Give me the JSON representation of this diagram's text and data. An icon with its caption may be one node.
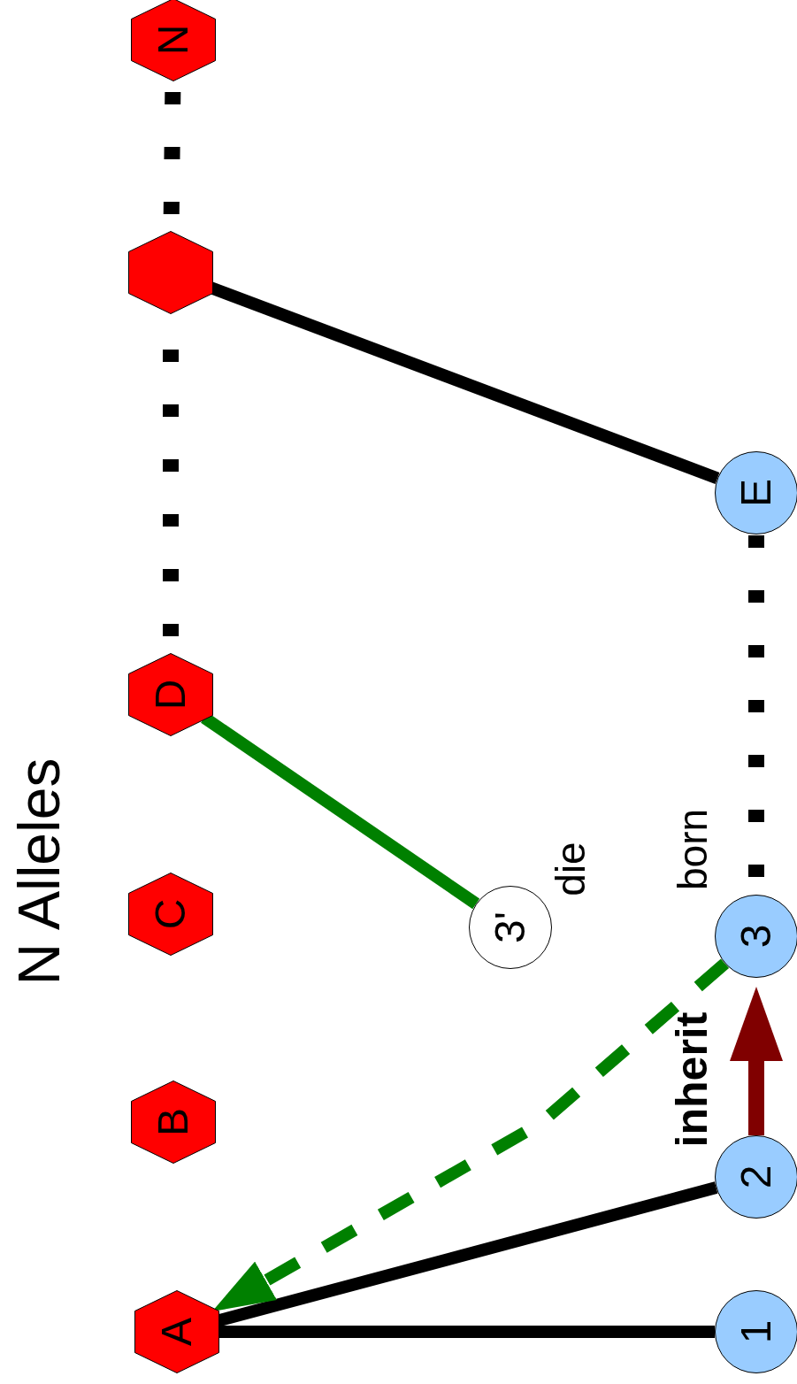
{
  "diagram": {
    "title": "N Alleles",
    "nodes": [
      {
        "text": [
          "A"
        ]
      },
      {
        "text": [
          "B"
        ]
      },
      {
        "text": [
          "C"
        ]
      },
      {
        "text": [
          "D"
        ]
      },
      {
        "text": [],
        "shape": "hexagon"
      },
      {
        "text": [
          "N"
        ]
      },
      {
        "text": [
          "1"
        ]
      },
      {
        "text": [
          "2"
        ]
      },
      {
        "text": [
          "3'"
        ],
        "beside": [
          "die"
        ]
      },
      {
        "text": [
          "3"
        ],
        "beside": [
          "born"
        ]
      },
      {
        "text": [
          "E"
        ]
      }
    ],
    "edges": [
      {
        "from": 0,
        "to": 6,
        "arrow": "none"
      },
      {
        "from": 0,
        "to": 7,
        "arrow": "none"
      },
      {
        "from": 9,
        "to": 0,
        "arrow": "to",
        "style": "dashed",
        "color": "#008000"
      },
      {
        "from": 7,
        "to": 9,
        "arrow": "to",
        "color": "#800000"
      },
      {
        "from": 3,
        "to": 8,
        "arrow": "none",
        "color": "#008000"
      },
      {
        "from": 4,
        "to": 10,
        "arrow": "none"
      },
      {
        "from": 3,
        "to": 4,
        "arrow": "none",
        "style": "dashed"
      },
      {
        "from": 4,
        "to": 5,
        "arrow": "none",
        "style": "dashed"
      },
      {
        "from": 9,
        "to": 10,
        "arrow": "none",
        "style": "dashed"
      }
    ],
    "labels": [
      "inherit"
    ]
  }
}
